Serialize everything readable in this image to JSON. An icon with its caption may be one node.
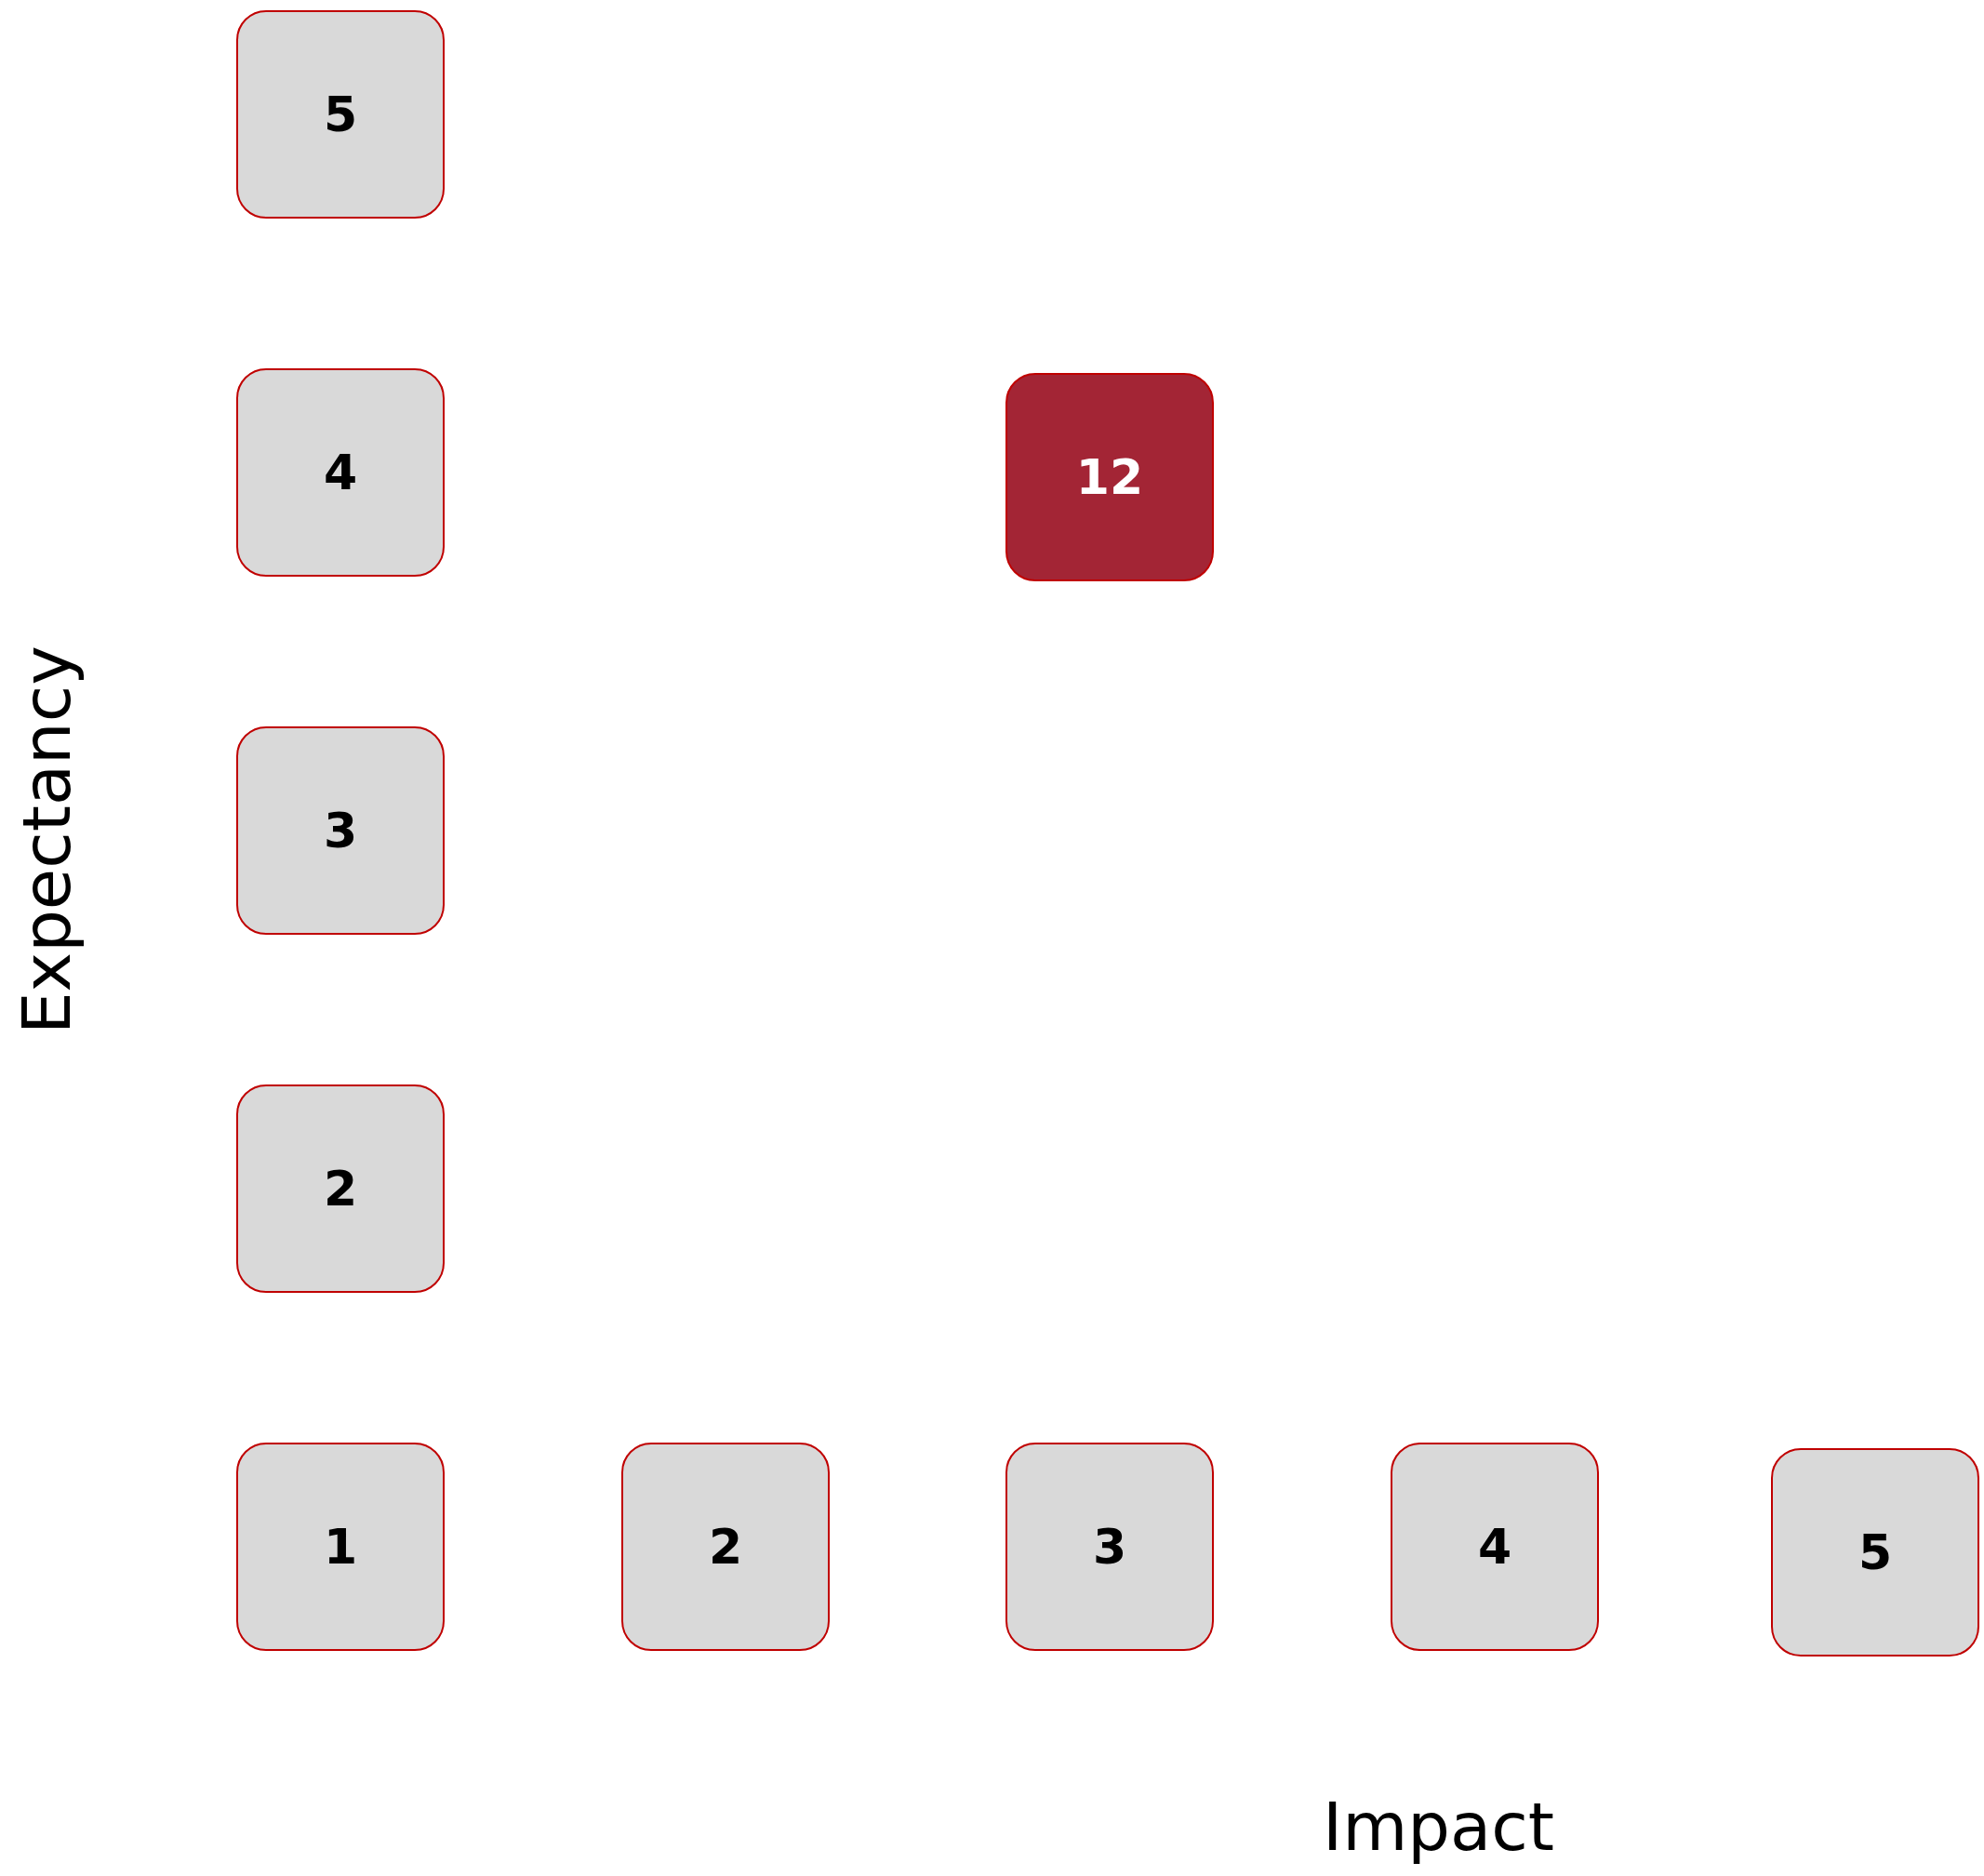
{
  "diagram": {
    "nodes": [
      {
        "text": [
          "5"
        ]
      },
      {
        "text": [
          "4"
        ]
      },
      {
        "text": [
          "12"
        ]
      },
      {
        "text": [
          "3"
        ]
      },
      {
        "text": [
          "2"
        ]
      },
      {
        "text": [
          "1"
        ]
      },
      {
        "text": [
          "2"
        ]
      },
      {
        "text": [
          "3"
        ]
      },
      {
        "text": [
          "4"
        ]
      },
      {
        "text": [
          "5"
        ]
      }
    ],
    "edges": [],
    "labels": [
      "Expectancy",
      "Impact"
    ]
  }
}
